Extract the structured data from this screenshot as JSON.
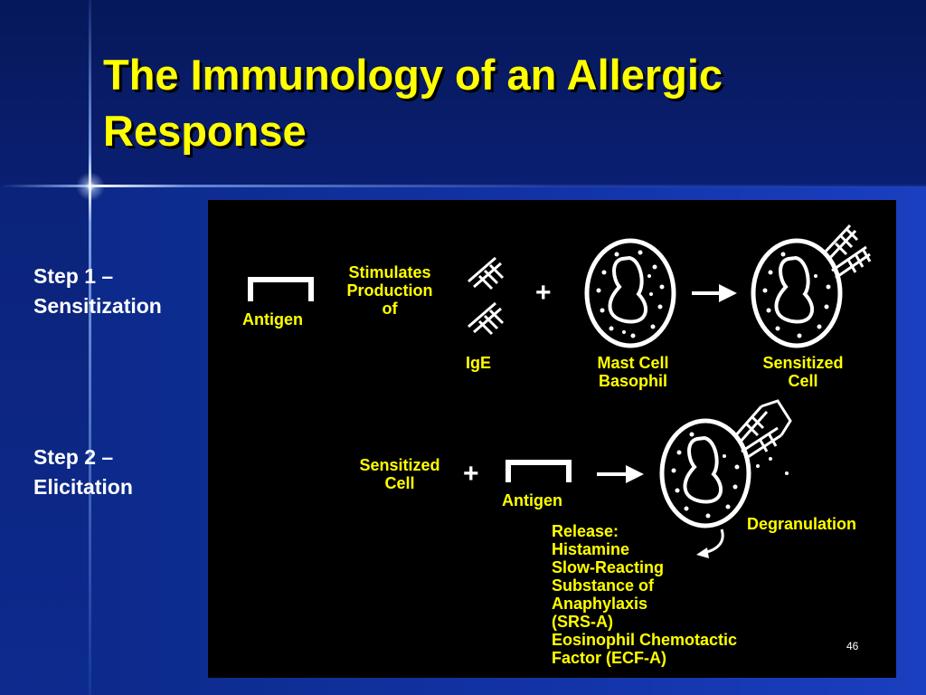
{
  "slide": {
    "title": "The Immunology of an Allergic Response",
    "page_number": "46"
  },
  "steps": [
    {
      "line1": "Step 1 –",
      "line2": "Sensitization"
    },
    {
      "line1": "Step 2 –",
      "line2": "Elicitation"
    }
  ],
  "diagram": {
    "antigen_1": "Antigen",
    "stimulates": [
      "Stimulates",
      "Production",
      "of"
    ],
    "ige": "IgE",
    "mast_cell": [
      "Mast Cell",
      "Basophil"
    ],
    "sensitized_cell_top": [
      "Sensitized",
      "Cell"
    ],
    "sensitized_cell_left": [
      "Sensitized",
      "Cell"
    ],
    "antigen_2": "Antigen",
    "degranulation": "Degranulation",
    "release": [
      "Release:",
      "Histamine",
      "Slow-Reacting",
      "Substance of",
      "Anaphylaxis",
      "(SRS-A)",
      "Eosinophil Chemotactic",
      "Factor (ECF-A)"
    ],
    "plus_symbol": "+"
  },
  "colors": {
    "title": "#ffff00",
    "label": "#ffff00",
    "figure_background": "#000000",
    "background": "#1233a6"
  }
}
